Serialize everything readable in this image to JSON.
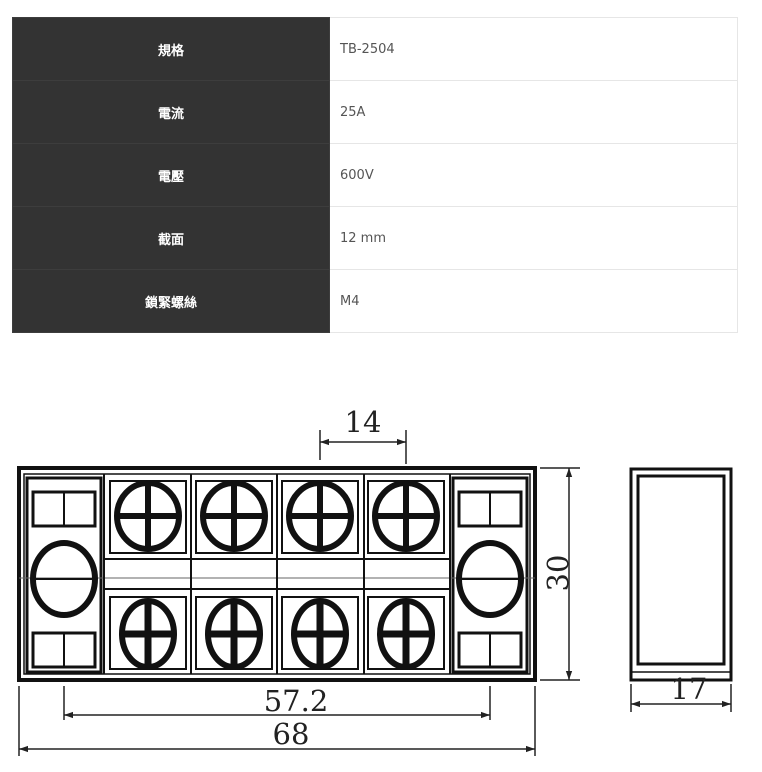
{
  "specs": [
    {
      "label": "規格",
      "value": "TB-2504"
    },
    {
      "label": "電流",
      "value": "25A"
    },
    {
      "label": "電壓",
      "value": "600V"
    },
    {
      "label": "截面",
      "value": "12 mm"
    },
    {
      "label": "鎖緊螺絲",
      "value": "M4"
    }
  ],
  "drawing": {
    "dim_pitch": "14",
    "dim_height": "30",
    "dim_depth": "17",
    "dim_mount": "57.2",
    "dim_length": "68"
  },
  "colors": {
    "header_bg": "#333333",
    "line": "#111111"
  }
}
